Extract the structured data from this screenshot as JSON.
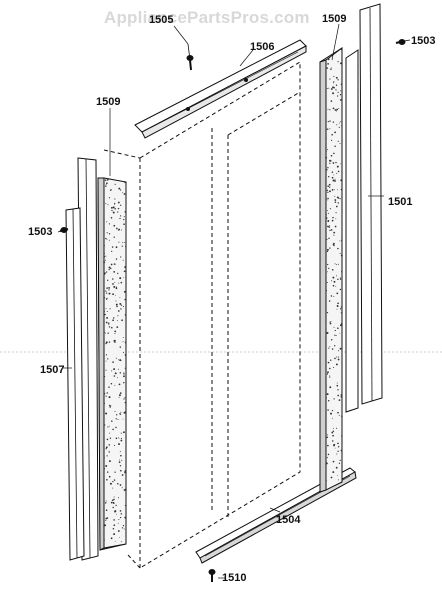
{
  "watermark": "AppliancePartsPros.com",
  "callouts": {
    "p1505": "1505",
    "p1506": "1506",
    "p1509_right": "1509",
    "p1503_right": "1503",
    "p1509_left": "1509",
    "p1501": "1501",
    "p1503_left": "1503",
    "p1507": "1507",
    "p1504": "1504",
    "p1510": "1510"
  },
  "colors": {
    "line": "#111111",
    "watermark": "#d8d8d8",
    "foam_dot": "#333333"
  }
}
